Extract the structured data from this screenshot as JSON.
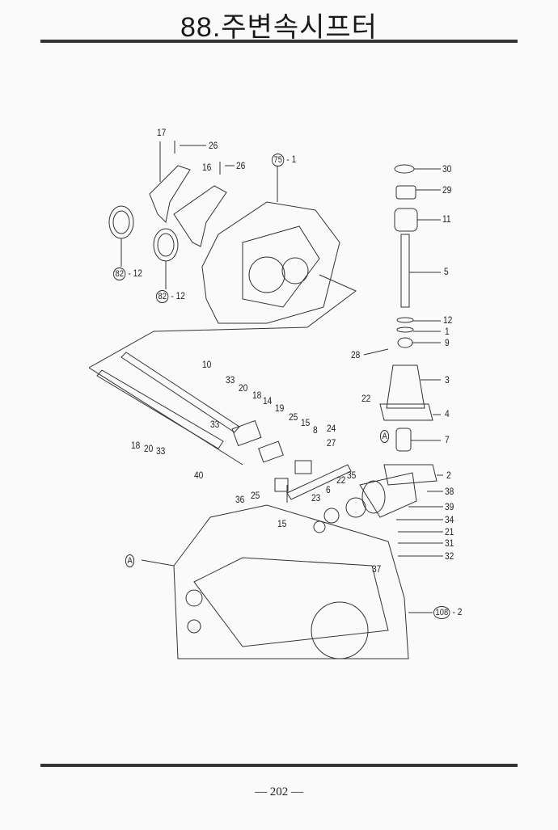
{
  "header": {
    "title": "88.주변속시프터"
  },
  "footer": {
    "page_number": "— 202 —"
  },
  "callouts": [
    {
      "part": "17"
    },
    {
      "part": "26"
    },
    {
      "part": "16"
    },
    {
      "part": "26"
    },
    {
      "ref": "75",
      "part": "- 1"
    },
    {
      "ref": "82",
      "part": "- 12"
    },
    {
      "ref": "82",
      "part": "- 12"
    },
    {
      "part": "30"
    },
    {
      "part": "29"
    },
    {
      "part": "11"
    },
    {
      "part": "5"
    },
    {
      "part": "12"
    },
    {
      "part": "1"
    },
    {
      "part": "9"
    },
    {
      "part": "28"
    },
    {
      "part": "3"
    },
    {
      "part": "4"
    },
    {
      "part": "22"
    },
    {
      "ref": "A"
    },
    {
      "part": "7"
    },
    {
      "part": "10"
    },
    {
      "part": "33"
    },
    {
      "part": "20"
    },
    {
      "part": "18"
    },
    {
      "part": "14"
    },
    {
      "part": "19"
    },
    {
      "part": "33"
    },
    {
      "part": "18"
    },
    {
      "part": "20"
    },
    {
      "part": "33"
    },
    {
      "part": "40"
    },
    {
      "part": "25"
    },
    {
      "part": "15"
    },
    {
      "part": "8"
    },
    {
      "part": "24"
    },
    {
      "part": "27"
    },
    {
      "part": "36"
    },
    {
      "part": "25"
    },
    {
      "part": "15"
    },
    {
      "part": "23"
    },
    {
      "part": "6"
    },
    {
      "part": "22"
    },
    {
      "part": "35"
    },
    {
      "part": "2"
    },
    {
      "part": "38"
    },
    {
      "part": "39"
    },
    {
      "part": "34"
    },
    {
      "part": "21"
    },
    {
      "part": "31"
    },
    {
      "part": "32"
    },
    {
      "part": "37"
    },
    {
      "ref": "A"
    },
    {
      "ref": "108",
      "part": "- 2"
    }
  ]
}
